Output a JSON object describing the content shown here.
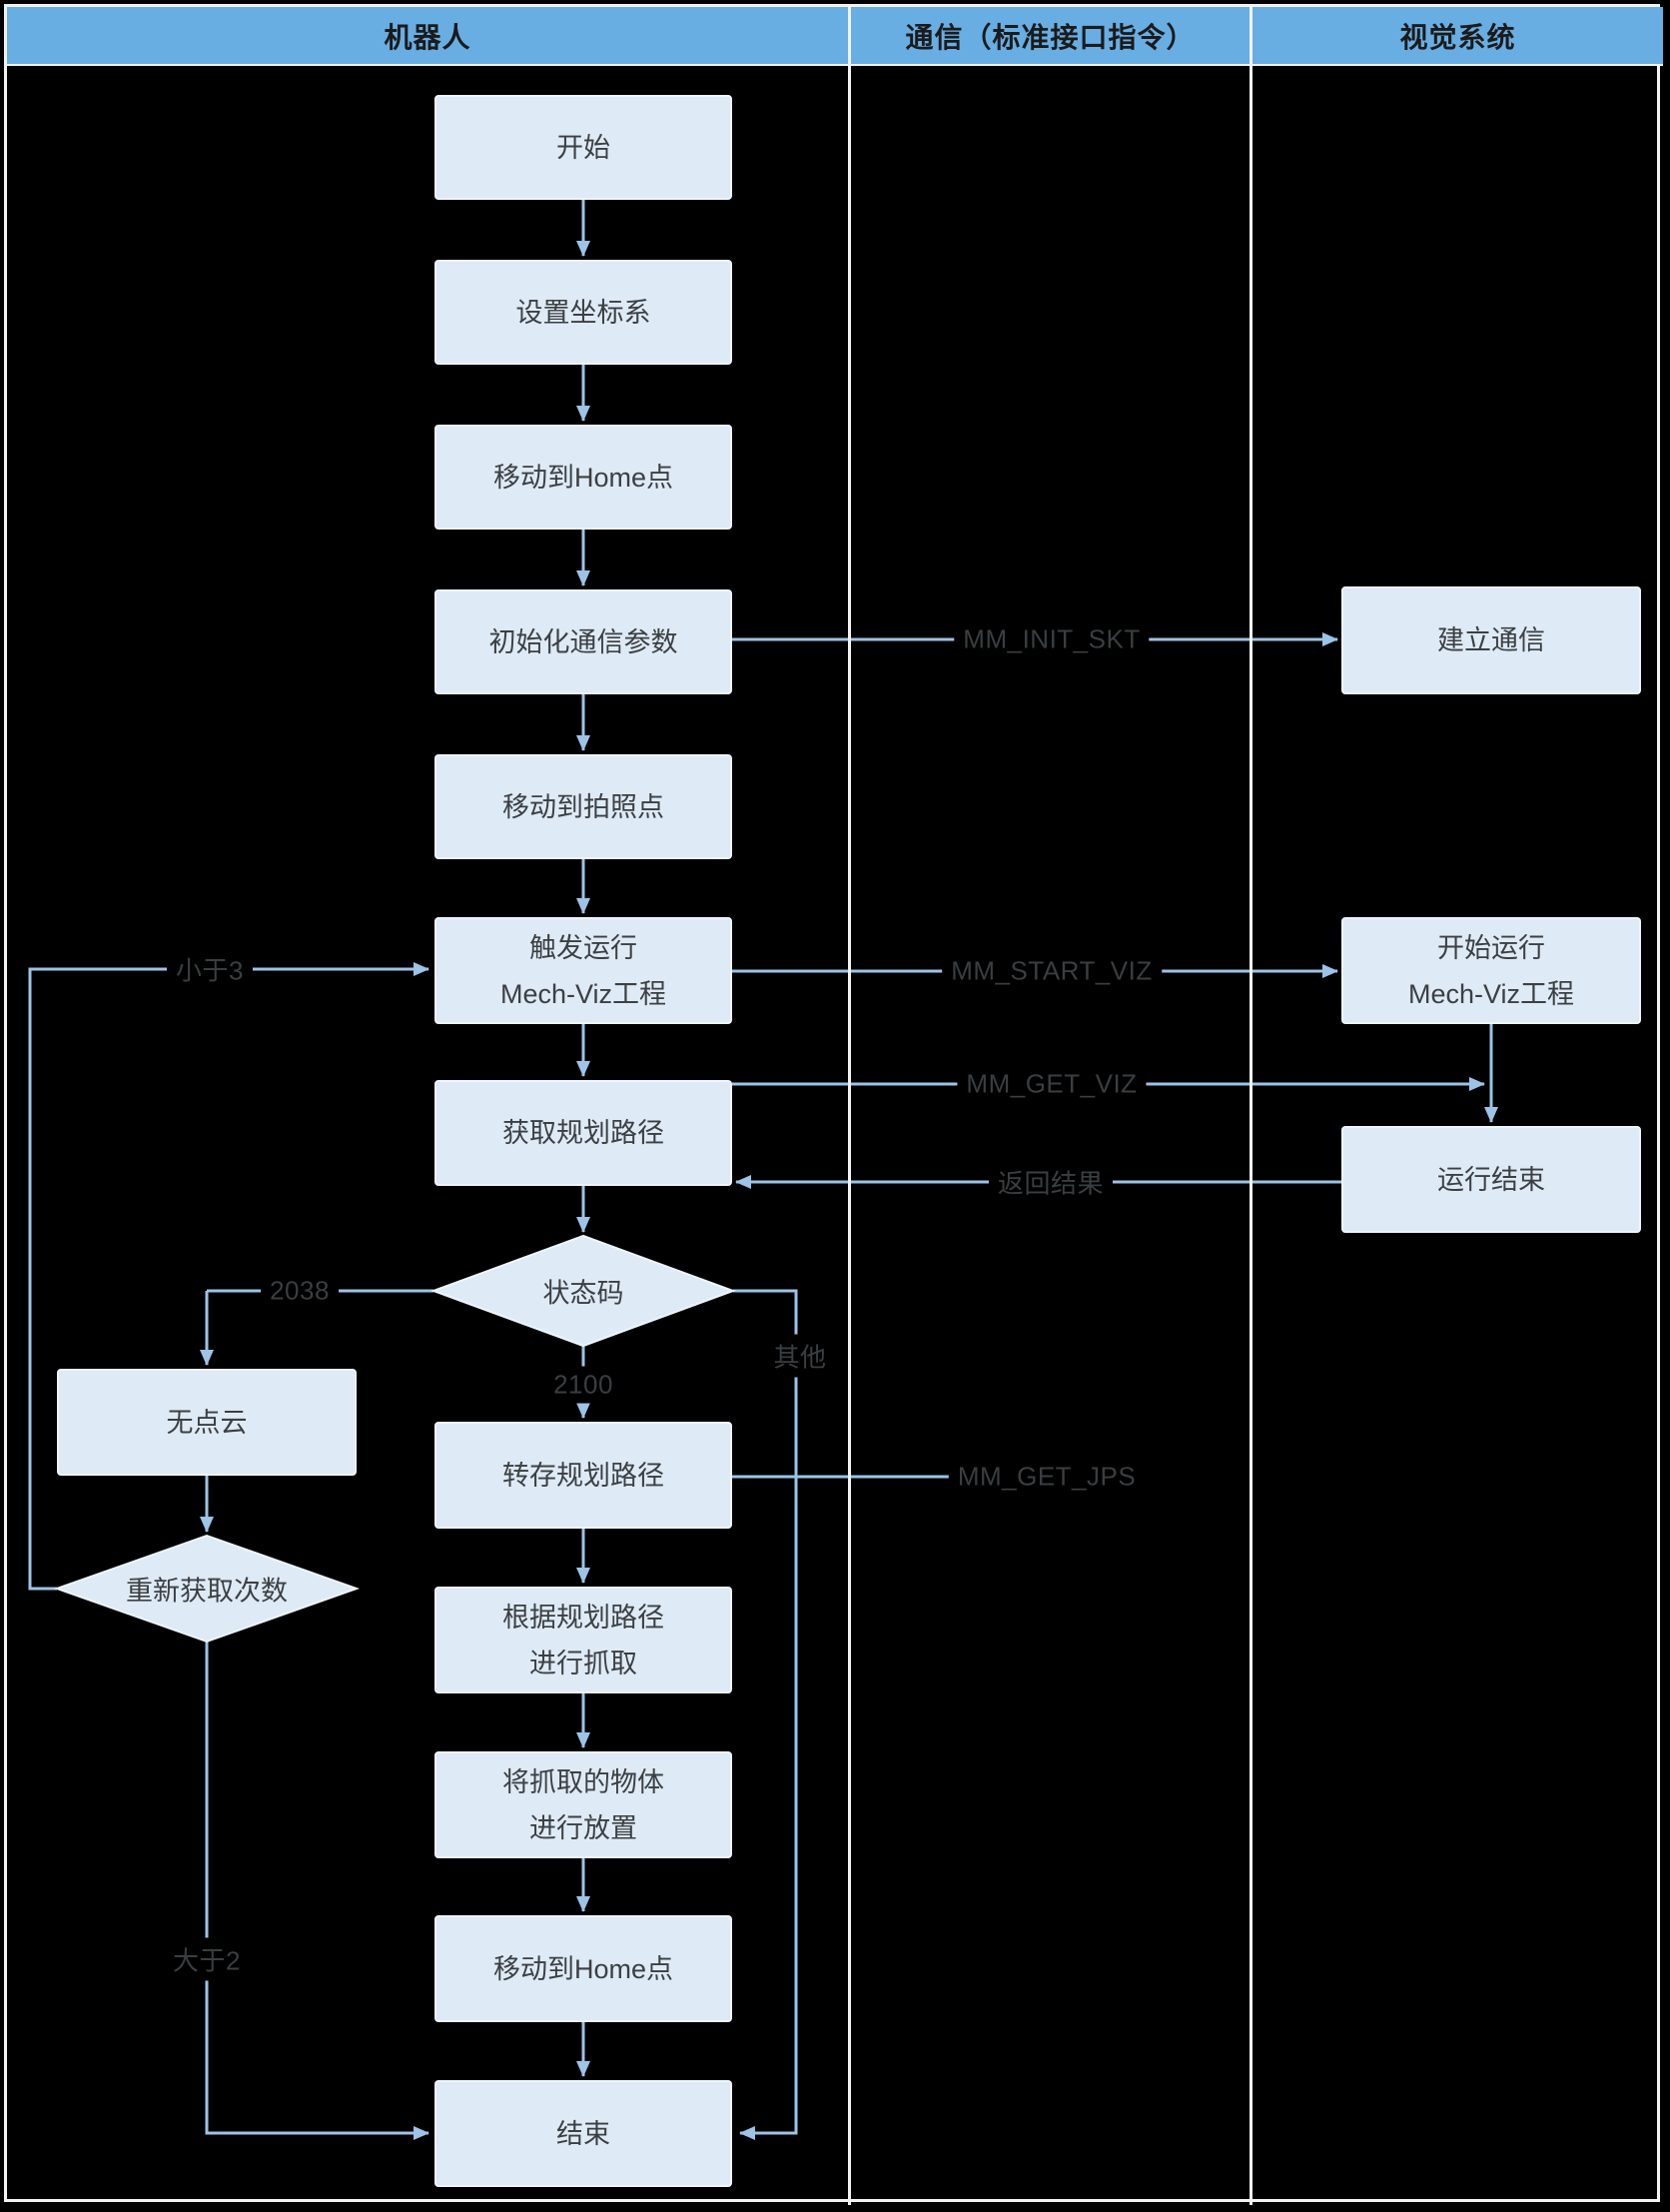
{
  "lanes": [
    {
      "title": "机器人"
    },
    {
      "title": "通信（标准接口指令）"
    },
    {
      "title": "视觉系统"
    }
  ],
  "nodes": {
    "start": "开始",
    "set_coord": "设置坐标系",
    "move_home_1": "移动到Home点",
    "init_comm": "初始化通信参数",
    "move_photo": "移动到拍照点",
    "trigger_viz": "触发运行\nMech-Viz工程",
    "get_path": "获取规划路径",
    "status_code": "状态码",
    "no_cloud": "无点云",
    "retry_count": "重新获取次数",
    "save_path": "转存规划路径",
    "grasp": "根据规划路径\n进行抓取",
    "place": "将抓取的物体\n进行放置",
    "move_home_2": "移动到Home点",
    "end": "结束",
    "establish_comm": "建立通信",
    "start_viz": "开始运行\nMech-Viz工程",
    "run_end": "运行结束"
  },
  "edge_labels": {
    "mm_init_skt": "MM_INIT_SKT",
    "mm_start_viz": "MM_START_VIZ",
    "mm_get_viz": "MM_GET_VIZ",
    "return_result": "返回结果",
    "mm_get_jps": "MM_GET_JPS",
    "less_than_3": "小于3",
    "code_2038": "2038",
    "code_2100": "2100",
    "other": "其他",
    "greater_than_2": "大于2"
  },
  "colors": {
    "background": "#000000",
    "frame_line": "#F2F2F2",
    "header_fill": "#68AEE3",
    "header_text": "#1B1B1B",
    "node_fill": "#DEEAF6",
    "node_border": "#EEF5FC",
    "node_text": "#3C4043",
    "connector": "#9DC3E6",
    "edge_label_text": "#3A3E41"
  }
}
